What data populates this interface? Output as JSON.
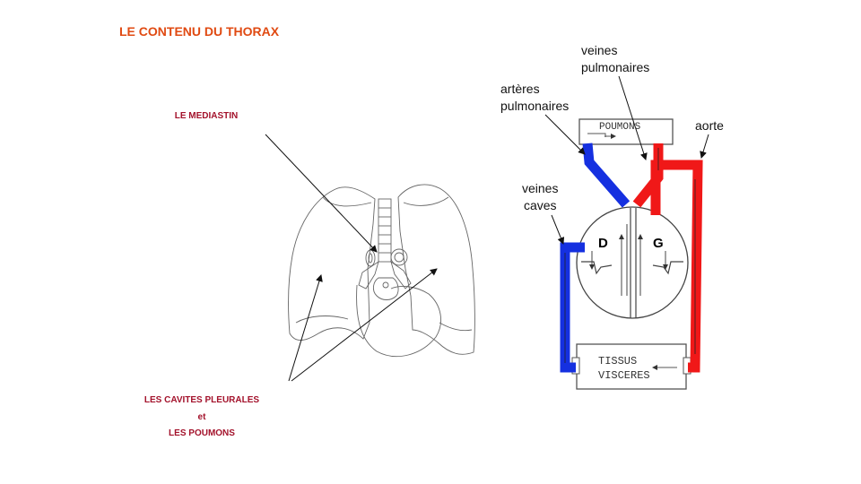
{
  "title": "LE CONTENU DU THORAX",
  "left": {
    "mediastin": "LE MEDIASTIN",
    "cavites": "LES CAVITES PLEURALES",
    "et": "et",
    "poumons": "LES POUMONS"
  },
  "right": {
    "veines_pulmonaires": [
      "veines",
      "pulmonaires"
    ],
    "arteres_pulmonaires": [
      "artères",
      "pulmonaires"
    ],
    "aorte": "aorte",
    "veines_caves": [
      "veines",
      "caves"
    ],
    "box_poumons": "POUMONS",
    "box_tissus": [
      "TISSUS",
      "VISCERES"
    ],
    "D": "D",
    "G": "G"
  },
  "colors": {
    "title": "#e04a12",
    "label_red": "#a3122b",
    "vessel_blue": "#1530e0",
    "vessel_red": "#f01818"
  }
}
